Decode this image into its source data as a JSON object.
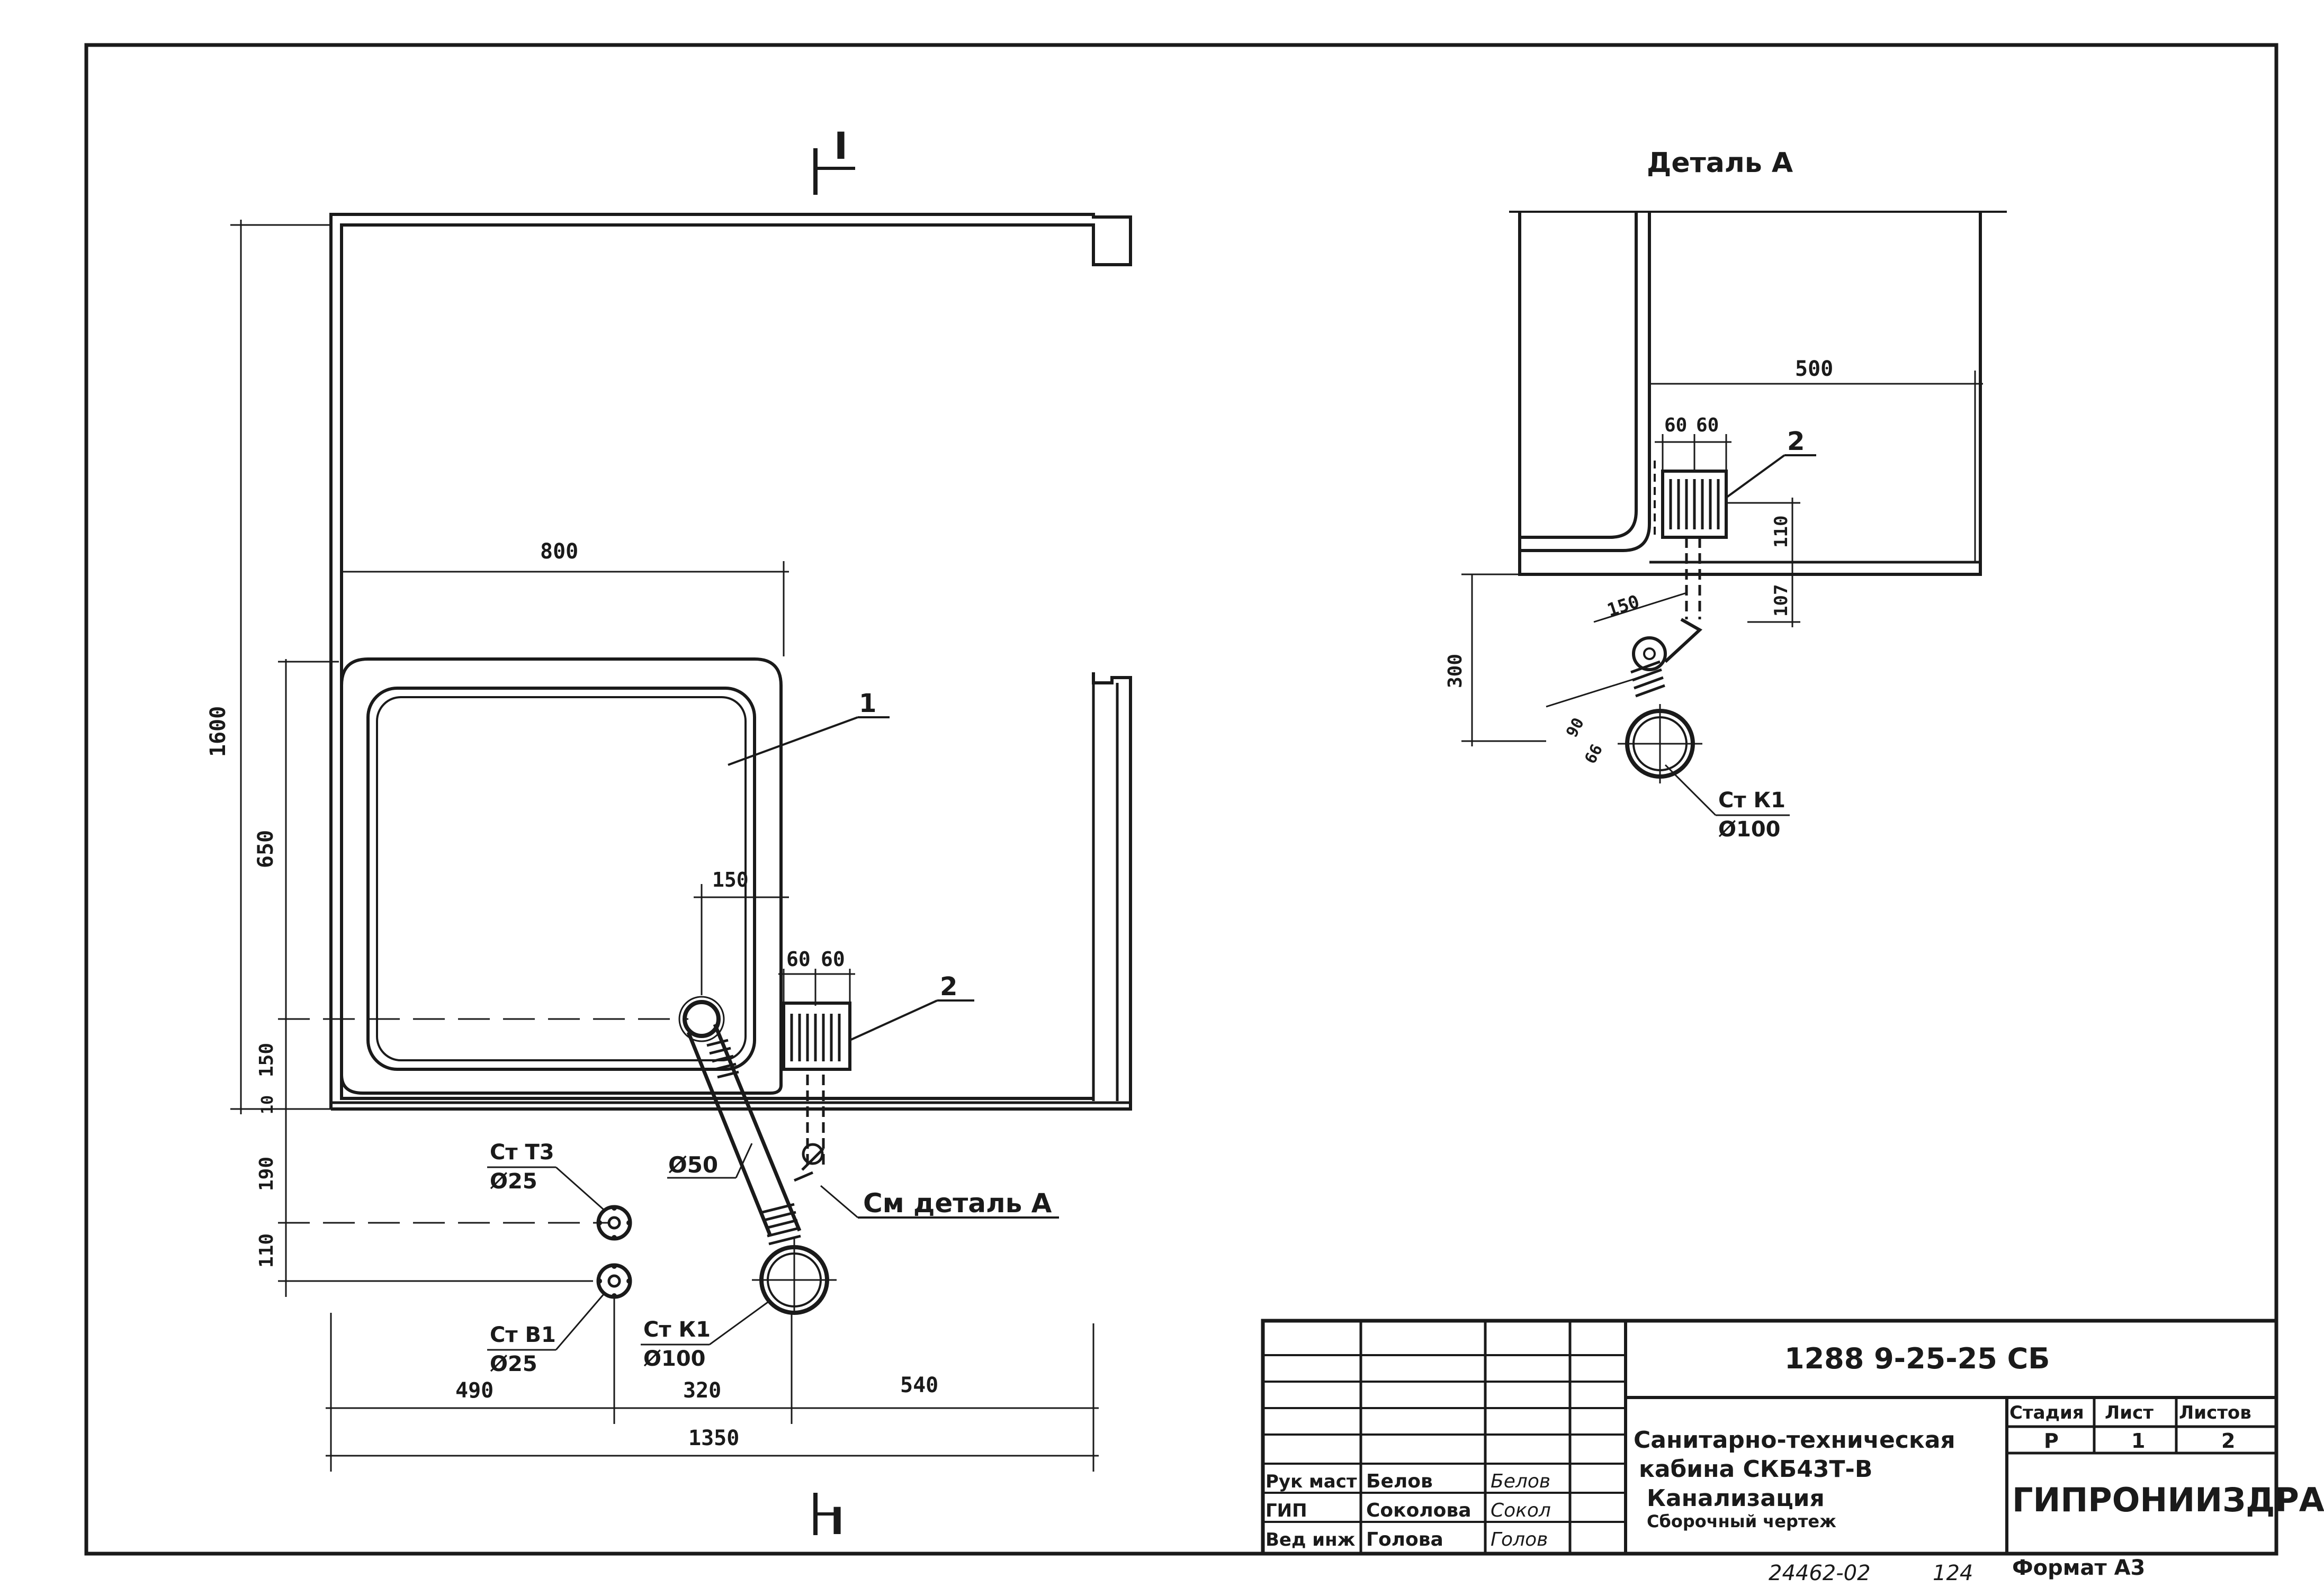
{
  "section_marks": {
    "top": "I",
    "bottom": "I"
  },
  "plan": {
    "dims": {
      "total_height": "1600",
      "tray_width": "800",
      "tray_height": "650",
      "drain_offset_x": "150",
      "drain_offset_y": "150",
      "wall_gap": "10",
      "grate_a": "60",
      "grate_b": "60",
      "pipe_spacing_1": "190",
      "pipe_spacing_2": "110",
      "span_1": "490",
      "span_2": "320",
      "span_3": "540",
      "total_width": "1350"
    },
    "labels": {
      "item_1": "1",
      "item_2": "2",
      "pipe_d50": "Ø50",
      "detail_ref": "См деталь А",
      "riser_t3": "Ст Т3",
      "riser_t3_d": "Ø25",
      "riser_b1": "Ст В1",
      "riser_b1_d": "Ø25",
      "riser_k1": "Ст К1",
      "riser_k1_d": "Ø100"
    }
  },
  "detail": {
    "title": "Деталь А",
    "dims": {
      "width": "500",
      "a": "60",
      "b": "60",
      "h1": "110",
      "h2": "107",
      "h3": "300",
      "angle_len": "150",
      "seg_90": "90",
      "seg_66": "66"
    },
    "labels": {
      "item_2": "2",
      "riser": "Ст К1",
      "riser_d": "Ø100"
    }
  },
  "title_block": {
    "code": "1288 9-25-25 СБ",
    "name_line1": "Санитарно-техническая",
    "name_line2": "кабина СКБ43Т-В",
    "name_line3": "Канализация",
    "name_line4": "Сборочный чертеж",
    "stage_header": "Стадия",
    "sheet_header": "Лист",
    "sheets_header": "Листов",
    "stage": "Р",
    "sheet": "1",
    "sheets": "2",
    "org": "ГИПРОНИИЗДРАВ",
    "roles": [
      {
        "role": "Рук маст",
        "name": "Белов"
      },
      {
        "role": "ГИП",
        "name": "Соколова"
      },
      {
        "role": "Вед инж",
        "name": "Голова"
      }
    ],
    "signatures": [
      "Белов",
      "Сокол",
      "Голов"
    ]
  },
  "footer": {
    "inventory": "24462-02",
    "page": "124",
    "format": "Формат А3"
  }
}
